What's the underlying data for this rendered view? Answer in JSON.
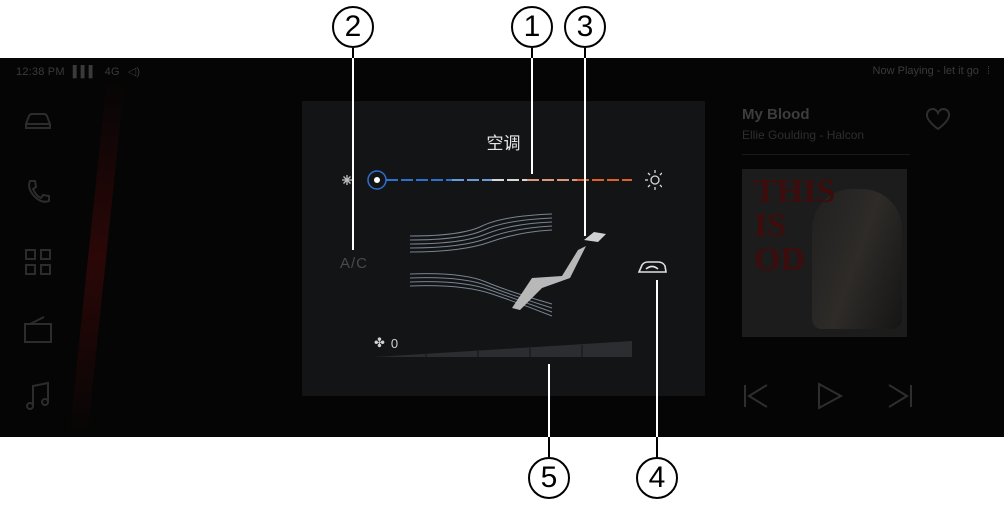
{
  "status_bar": {
    "time": "12:38 PM",
    "network": "4G",
    "now_playing": "Now Playing - let it go"
  },
  "sidebar": {
    "items": [
      {
        "icon": "car-icon"
      },
      {
        "icon": "phone-icon"
      },
      {
        "icon": "apps-grid-icon"
      },
      {
        "icon": "radio-icon"
      },
      {
        "icon": "music-note-icon"
      }
    ]
  },
  "climate": {
    "title": "空调",
    "ac_label": "A/C",
    "fan_speed": "0",
    "temperature_level": 0.0,
    "icons": {
      "cold": "snowflake-icon",
      "hot": "sun-icon",
      "fan": "fan-icon",
      "recirculation": "air-recirculation-icon",
      "seat": "seat-airflow-icon"
    }
  },
  "media": {
    "song_title": "My Blood",
    "artist_album": "Ellie Goulding - Halcon",
    "album_art_text": [
      "THIS",
      "IS",
      "OD"
    ],
    "controls": [
      "previous-icon",
      "play-icon",
      "next-icon"
    ]
  },
  "callouts": [
    "1",
    "2",
    "3",
    "4",
    "5"
  ],
  "colors": {
    "screen_bg": "#050505",
    "panel_bg": "#131416",
    "cold_accent": "#2f6fd0",
    "hot_accent": "#e0602a"
  }
}
